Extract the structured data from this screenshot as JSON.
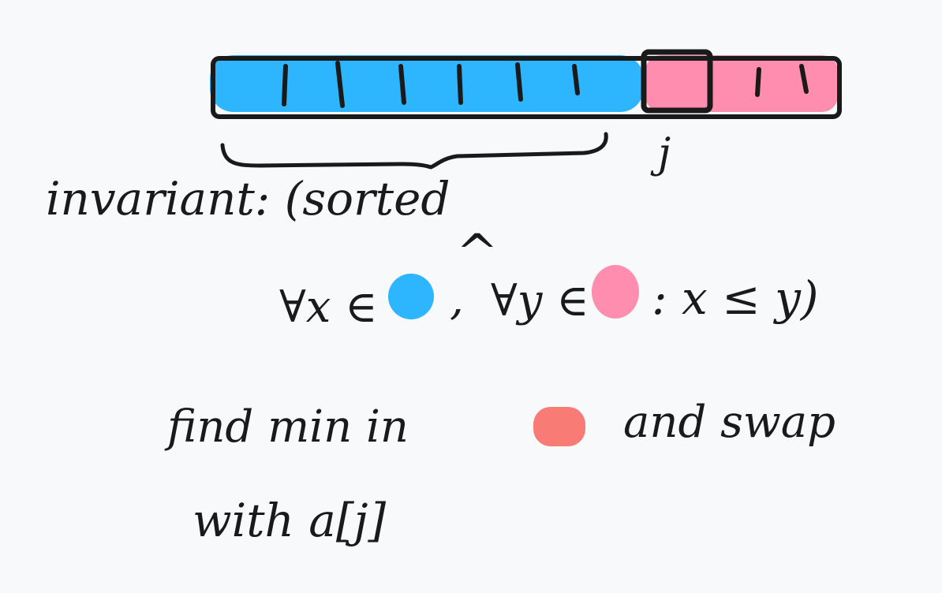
{
  "colors": {
    "sorted_region": "#2db5fd",
    "unsorted_region": "#ff8db0",
    "min_marker": "#f97b76",
    "ink": "#1a1a1a",
    "background": "#f8f9fb"
  },
  "labels": {
    "pointer": "j",
    "invariant_line1": "invariant: (sorted",
    "conjunction": "^",
    "forall_x": "∀x ∈",
    "comma": ",",
    "forall_y": "∀y ∈",
    "relation": ": x ≤ y)",
    "step_line1_a": "find min in",
    "step_line1_b": "and swap",
    "step_line2": "with a[j]"
  },
  "icons": {
    "sorted_dot": "blue-dot-icon",
    "unsorted_dot": "pink-dot-icon",
    "min_dot": "salmon-dot-icon",
    "brace": "curly-brace-icon"
  }
}
